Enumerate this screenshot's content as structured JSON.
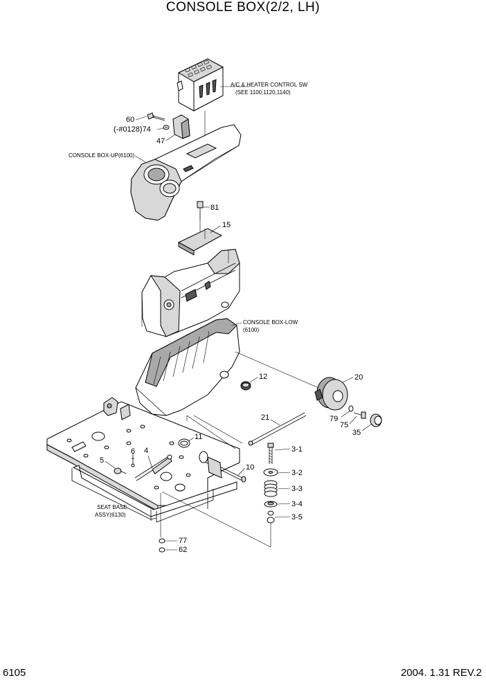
{
  "header": {
    "title": "CONSOLE BOX(2/2, LH)"
  },
  "footer": {
    "page_number": "6105",
    "revision": "2004. 1.31  REV.2"
  },
  "labels": {
    "ac_line1": "A/C & HEATER CONTROL SW",
    "ac_line2": "(SEE 1100,1120,1140)",
    "console_up": "CONSOLE BOX-UP(6100)",
    "console_low_line1": "CONSOLE BOX-LOW",
    "console_low_line2": "(6100)",
    "seat_base_line1": "SEAT BASE",
    "seat_base_line2": "ASSY(6130)"
  },
  "callouts": {
    "c60": "60",
    "c74": "(-#0128)74",
    "c47": "47",
    "c81": "81",
    "c15": "15",
    "c12": "12",
    "c20": "20",
    "c21": "21",
    "c79": "79",
    "c75": "75",
    "c35": "35",
    "c11": "11",
    "c6": "6",
    "c4": "4",
    "c5": "5",
    "c10": "10",
    "c3_1": "3-1",
    "c3_2": "3-2",
    "c3_3": "3-3",
    "c3_4": "3-4",
    "c3_5": "3-5",
    "c77": "77",
    "c62": "62"
  }
}
